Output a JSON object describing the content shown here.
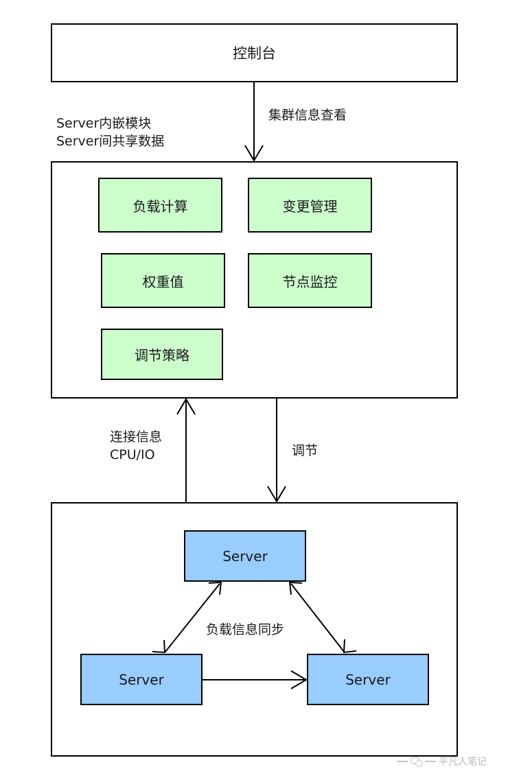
{
  "diagram": {
    "title_box": {
      "label": "控制台"
    },
    "middle_container": {
      "side_note": "Server内嵌模块\nServer间共享数据",
      "modules": [
        {
          "label": "负载计算"
        },
        {
          "label": "变更管理"
        },
        {
          "label": "权重值"
        },
        {
          "label": "节点监控"
        },
        {
          "label": "调节策略"
        }
      ]
    },
    "bottom_container": {
      "servers": [
        {
          "label": "Server"
        },
        {
          "label": "Server"
        },
        {
          "label": "Server"
        }
      ],
      "sync_label": "负载信息同步"
    },
    "edges": [
      {
        "id": "console-to-cluster",
        "label": "集群信息查看"
      },
      {
        "id": "server-to-cluster",
        "label": "连接信息\nCPU/IO"
      },
      {
        "id": "cluster-to-server",
        "label": "调节"
      }
    ],
    "watermark": {
      "text": "平凡人笔记",
      "icon": "wechat-icon"
    },
    "colors": {
      "module_fill": "#ccffcc",
      "server_fill": "#99ccff",
      "stroke": "#000000",
      "background": "#ffffff",
      "watermark": "#b9b9b9"
    }
  }
}
